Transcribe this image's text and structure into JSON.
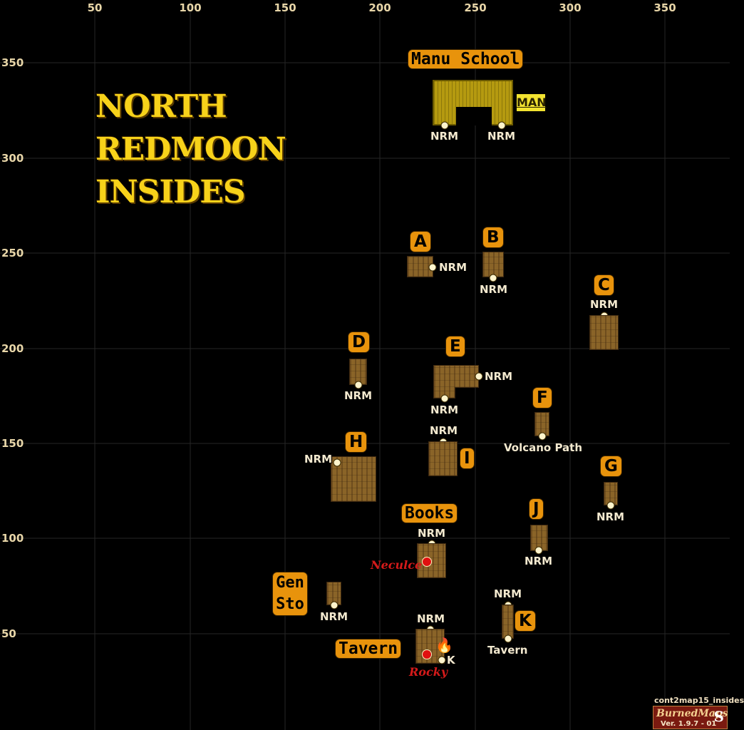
{
  "title_lines": [
    "NORTH",
    "REDMOON",
    "INSIDES"
  ],
  "axis": {
    "x_ticks": [
      "50",
      "100",
      "150",
      "200",
      "250",
      "300",
      "350"
    ],
    "y_ticks": [
      "350",
      "300",
      "250",
      "200",
      "150",
      "100",
      "50"
    ]
  },
  "badges": {
    "manu_school": "Manu  School",
    "a": "A",
    "b": "B",
    "c": "C",
    "d": "D",
    "e": "E",
    "f": "F",
    "g": "G",
    "h": "H",
    "i": "I",
    "j": "J",
    "k": "K",
    "books": "Books",
    "gen_sto_line1": "Gen",
    "gen_sto_line2": "Sto",
    "tavern": "Tavern"
  },
  "labels": {
    "nrm": "NRM",
    "volcano_path": "Volcano Path",
    "tavern": "Tavern",
    "k": "K",
    "man": "MAN"
  },
  "npcs": {
    "neculce": "Neculce",
    "rocky": "Rocky"
  },
  "footer": {
    "map_id": "cont2map15_insides",
    "brand": "BurnedMaps",
    "brand_mark": "S",
    "version": "Ver. 1.9.7 - 01"
  },
  "colors": {
    "background": "#000000",
    "title": "#f7d21a",
    "badge": "#e8930c",
    "npc": "#e01010",
    "grid": "#2a2a2a"
  }
}
